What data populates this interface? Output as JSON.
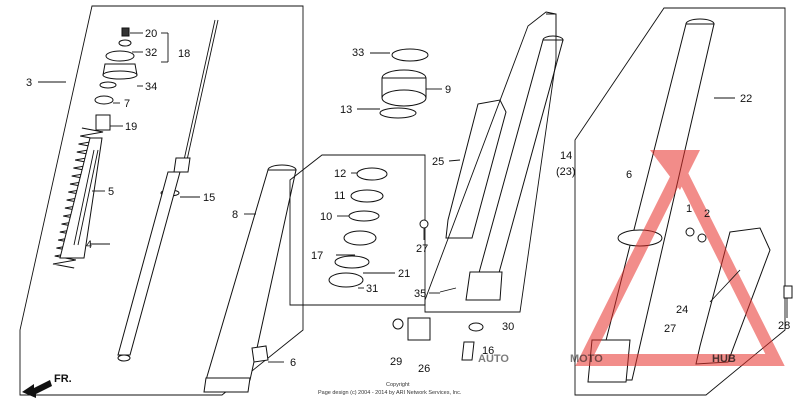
{
  "callouts": {
    "c1": "1",
    "c2": "2",
    "c3": "3",
    "c4": "4",
    "c5": "5",
    "c6a": "6",
    "c6b": "6",
    "c7": "7",
    "c8": "8",
    "c9": "9",
    "c10": "10",
    "c11": "11",
    "c12": "12",
    "c13": "13",
    "c14": "14",
    "c14b": "(23)",
    "c15": "15",
    "c16": "16",
    "c17": "17",
    "c18": "18",
    "c19": "19",
    "c20": "20",
    "c21": "21",
    "c22": "22",
    "c24": "24",
    "c25": "25",
    "c26": "26",
    "c27a": "27",
    "c27b": "27",
    "c28": "28",
    "c29": "29",
    "c30": "30",
    "c31": "31",
    "c32": "32",
    "c33": "33",
    "c34": "34",
    "c35": "35"
  },
  "front_label": "FR.",
  "copyright": {
    "line1": "Copyright",
    "line2": "Page design (c) 2004 - 2014 by ARI Network Services, Inc."
  },
  "watermark": {
    "text_auto": "AUTO",
    "text_moto": "MOTO",
    "text_hub": "HUB",
    "color": "#e8302a"
  }
}
